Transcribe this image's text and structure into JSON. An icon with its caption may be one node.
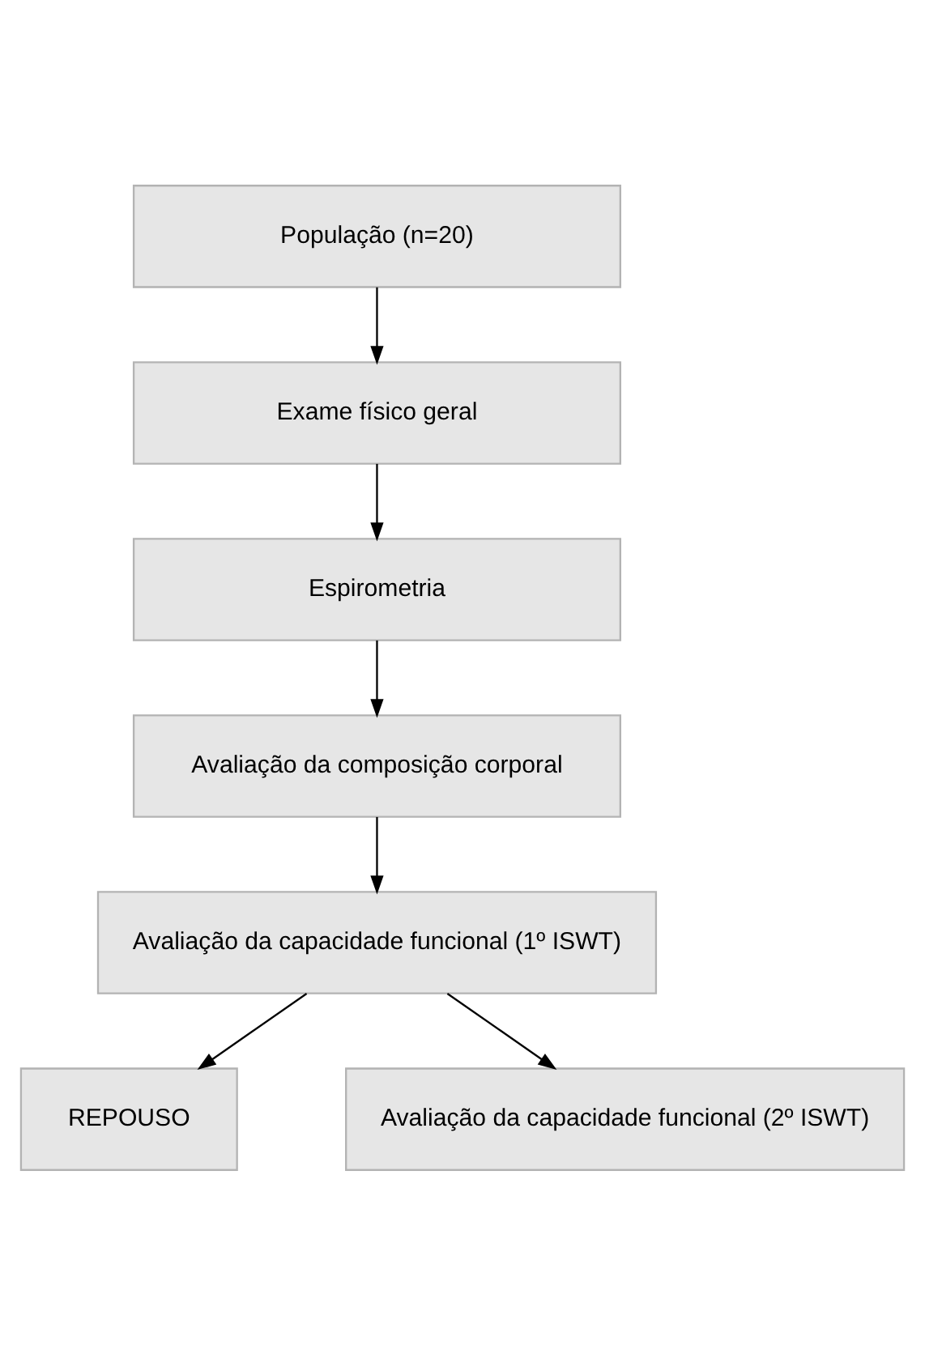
{
  "diagram": {
    "nodes": [
      {
        "text": [
          "População (n=20)"
        ]
      },
      {
        "text": [
          "Exame físico geral"
        ]
      },
      {
        "text": [
          "Espirometria"
        ]
      },
      {
        "text": [
          "Avaliação da composição corporal"
        ]
      },
      {
        "text": [
          "Avaliação da capacidade funcional (1º ISWT)"
        ]
      },
      {
        "text": [
          "REPOUSO"
        ]
      },
      {
        "text": [
          "Avaliação da capacidade funcional (2º ISWT)"
        ]
      }
    ],
    "edges": [
      {
        "from": 0,
        "to": 1,
        "arrow": "to"
      },
      {
        "from": 1,
        "to": 2,
        "arrow": "to"
      },
      {
        "from": 2,
        "to": 3,
        "arrow": "to"
      },
      {
        "from": 3,
        "to": 4,
        "arrow": "to"
      },
      {
        "from": 4,
        "to": 5,
        "arrow": "to"
      },
      {
        "from": 4,
        "to": 6,
        "arrow": "to"
      }
    ]
  }
}
